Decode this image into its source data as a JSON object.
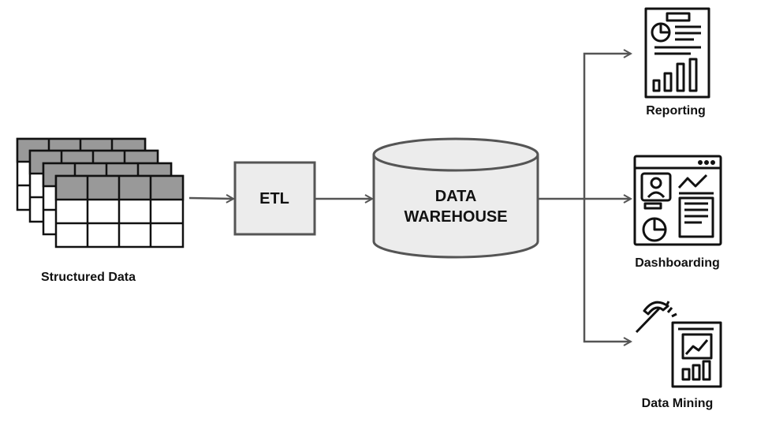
{
  "source": {
    "label": "Structured Data"
  },
  "etl": {
    "label": "ETL"
  },
  "warehouse": {
    "label_line1": "DATA",
    "label_line2": "WAREHOUSE"
  },
  "outputs": [
    {
      "label": "Reporting",
      "icon": "report-icon"
    },
    {
      "label": "Dashboarding",
      "icon": "dashboard-icon"
    },
    {
      "label": "Data Mining",
      "icon": "data-mining-icon"
    }
  ],
  "colors": {
    "line": "#555555",
    "box_fill": "#ececec",
    "header_fill": "#999999",
    "ink": "#111111"
  }
}
